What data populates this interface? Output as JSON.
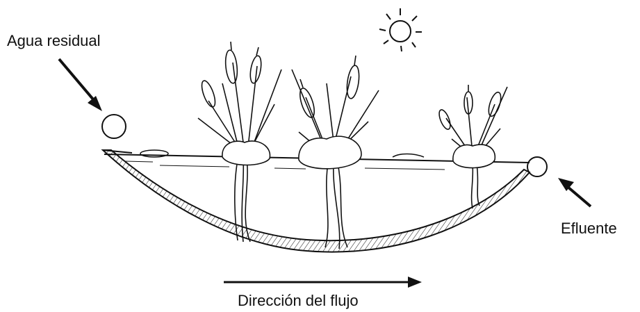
{
  "labels": {
    "inlet": "Agua residual",
    "outlet": "Efluente",
    "flow_direction": "Dirección del flujo"
  },
  "icons": {
    "sun": "sun-icon",
    "plants": "cattail-plant-icon",
    "inlet_pipe": "pipe-circle-icon",
    "outlet_pipe": "pipe-circle-icon"
  },
  "colors": {
    "ink": "#111111",
    "background": "#ffffff"
  }
}
